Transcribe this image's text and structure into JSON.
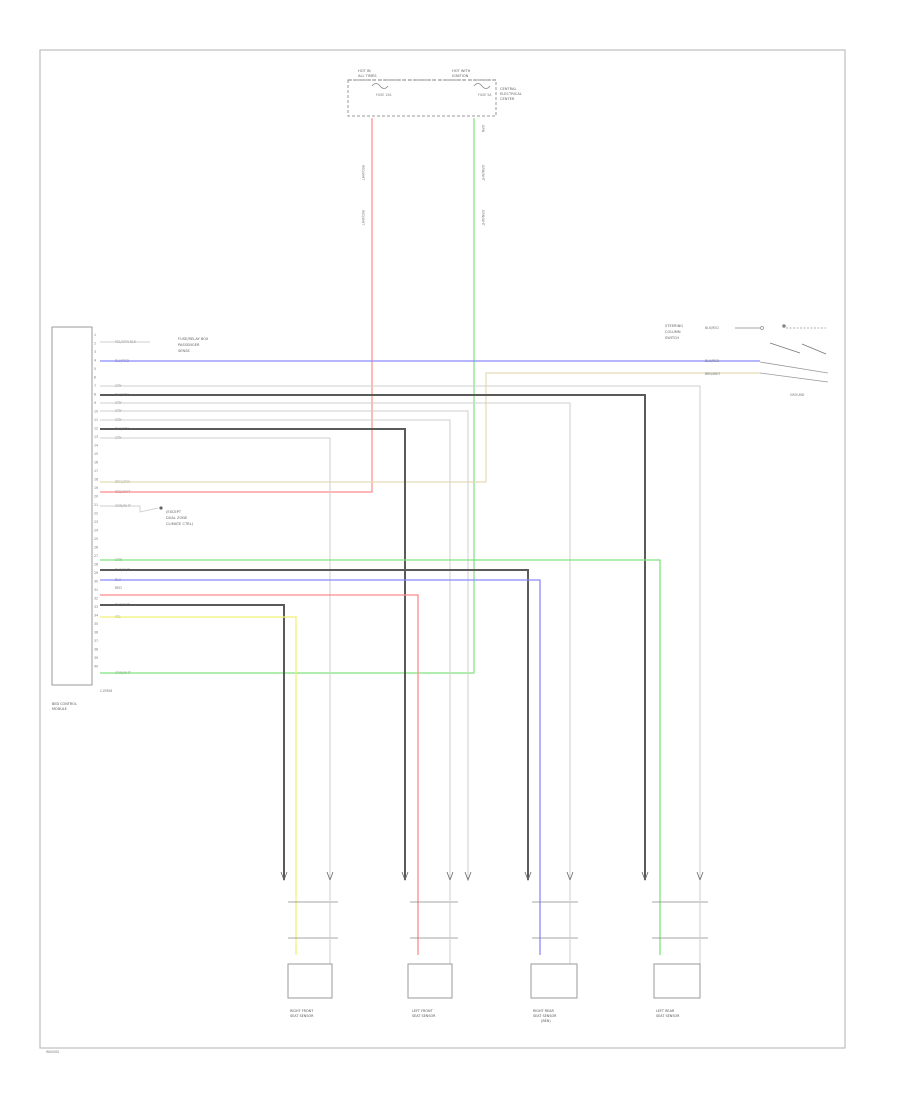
{
  "diagram": {
    "footer_code": "W00000",
    "module": {
      "caption_line1": "BED CONTROL",
      "caption_line2": "MODULE",
      "connector_tag": "C-EM08"
    },
    "top_fuse_box": {
      "left_label_1": "HOT IN",
      "left_label_2": "ALL TIMES",
      "right_label_1": "HOT WITH",
      "right_label_2": "IGNITION",
      "side_label_1": "CENTRAL",
      "side_label_2": "ELECTRICAL",
      "side_label_3": "CENTER",
      "fuse_left": "FUSE 15A",
      "fuse_right": "FUSE 5A"
    },
    "module_labels": {
      "trunk_switch_1": "FUSE/RELAY BOX",
      "trunk_switch_2": "PASSENGER",
      "trunk_switch_3": "SENSE",
      "ground_note_1": "(EXCEPT",
      "ground_note_2": "DUAL ZONE",
      "ground_note_3": "CLIMATE CTRL)"
    },
    "wire_labels": [
      "YEL/GRN BLK",
      "BLU/RED",
      "GRY",
      "BLK/GRY",
      "GRY",
      "GRY",
      "GRY",
      "BLK/GRY",
      "GRY",
      "BRN/GRN",
      "RED/WHT",
      "GRN/WHT",
      "GRN",
      "BLK/WHT",
      "BLU",
      "RED",
      "BLK/WHT",
      "YEL",
      "GRN/WHT"
    ],
    "pin_numbers": [
      "1",
      "2",
      "3",
      "4",
      "5",
      "6",
      "7",
      "8",
      "9",
      "10",
      "11",
      "12",
      "13",
      "14",
      "15",
      "16",
      "17",
      "18",
      "19",
      "20",
      "21",
      "22",
      "23",
      "24",
      "25",
      "26",
      "27",
      "28",
      "29",
      "30",
      "31",
      "32",
      "33",
      "34",
      "35",
      "36",
      "37",
      "38",
      "39",
      "40"
    ],
    "right_switch": {
      "label_1": "STEERING",
      "label_2": "COLUMN",
      "label_3": "SWITCH",
      "wire_1": "BLK/RED",
      "wire_2": "BLU/RED",
      "wire_3": "BRN/WHT",
      "ground_label": "GROUND"
    },
    "top_wire_tags": {
      "left_1": "RED/WHT",
      "left_2": "RED/WHT",
      "right_1": "GRN/WHT",
      "right_2": "GRN/WHT",
      "right_top": "GRN"
    },
    "sensors": [
      {
        "line1": "RIGHT FRONT",
        "line2": "SEAT SENSOR",
        "line3": ""
      },
      {
        "line1": "LEFT FRONT",
        "line2": "SEAT SENSOR",
        "line3": ""
      },
      {
        "line1": "RIGHT REAR",
        "line2": "SEAT SENSOR",
        "line3": "(BEN)"
      },
      {
        "line1": "LEFT REAR",
        "line2": "SEAT SENSOR",
        "line3": ""
      }
    ]
  },
  "colors": {
    "red": "#ff8a8a",
    "green": "#7fe37f",
    "blue": "#8a8aff",
    "yellow": "#f2f27a",
    "tan": "#e3dcb4",
    "black": "#5a5a5a",
    "gray": "#cfcfcf"
  }
}
